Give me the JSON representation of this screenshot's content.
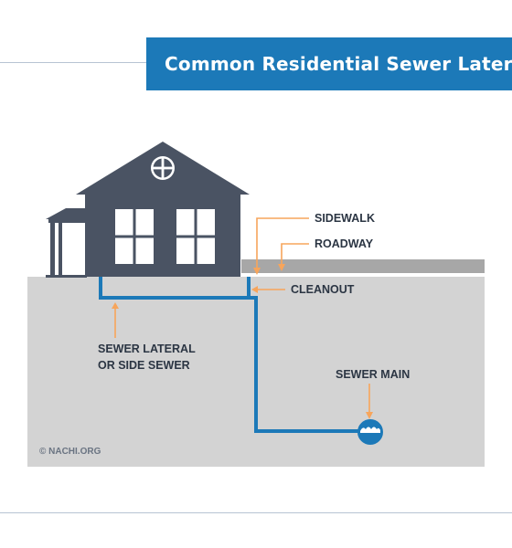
{
  "title": "Common Residential Sewer Lateral",
  "labels": {
    "sidewalk": "SIDEWALK",
    "roadway": "ROADWAY",
    "cleanout": "CLEANOUT",
    "sewer_lateral_line1": "SEWER LATERAL",
    "sewer_lateral_line2": "OR SIDE SEWER",
    "sewer_main": "SEWER MAIN"
  },
  "copyright": "© NACHI.ORG",
  "colors": {
    "banner": "#1c79b8",
    "house": "#4a5363",
    "ground": "#d3d3d3",
    "road": "#a7a7a7",
    "pipe": "#1c79b8",
    "arrow": "#f7a55b"
  }
}
